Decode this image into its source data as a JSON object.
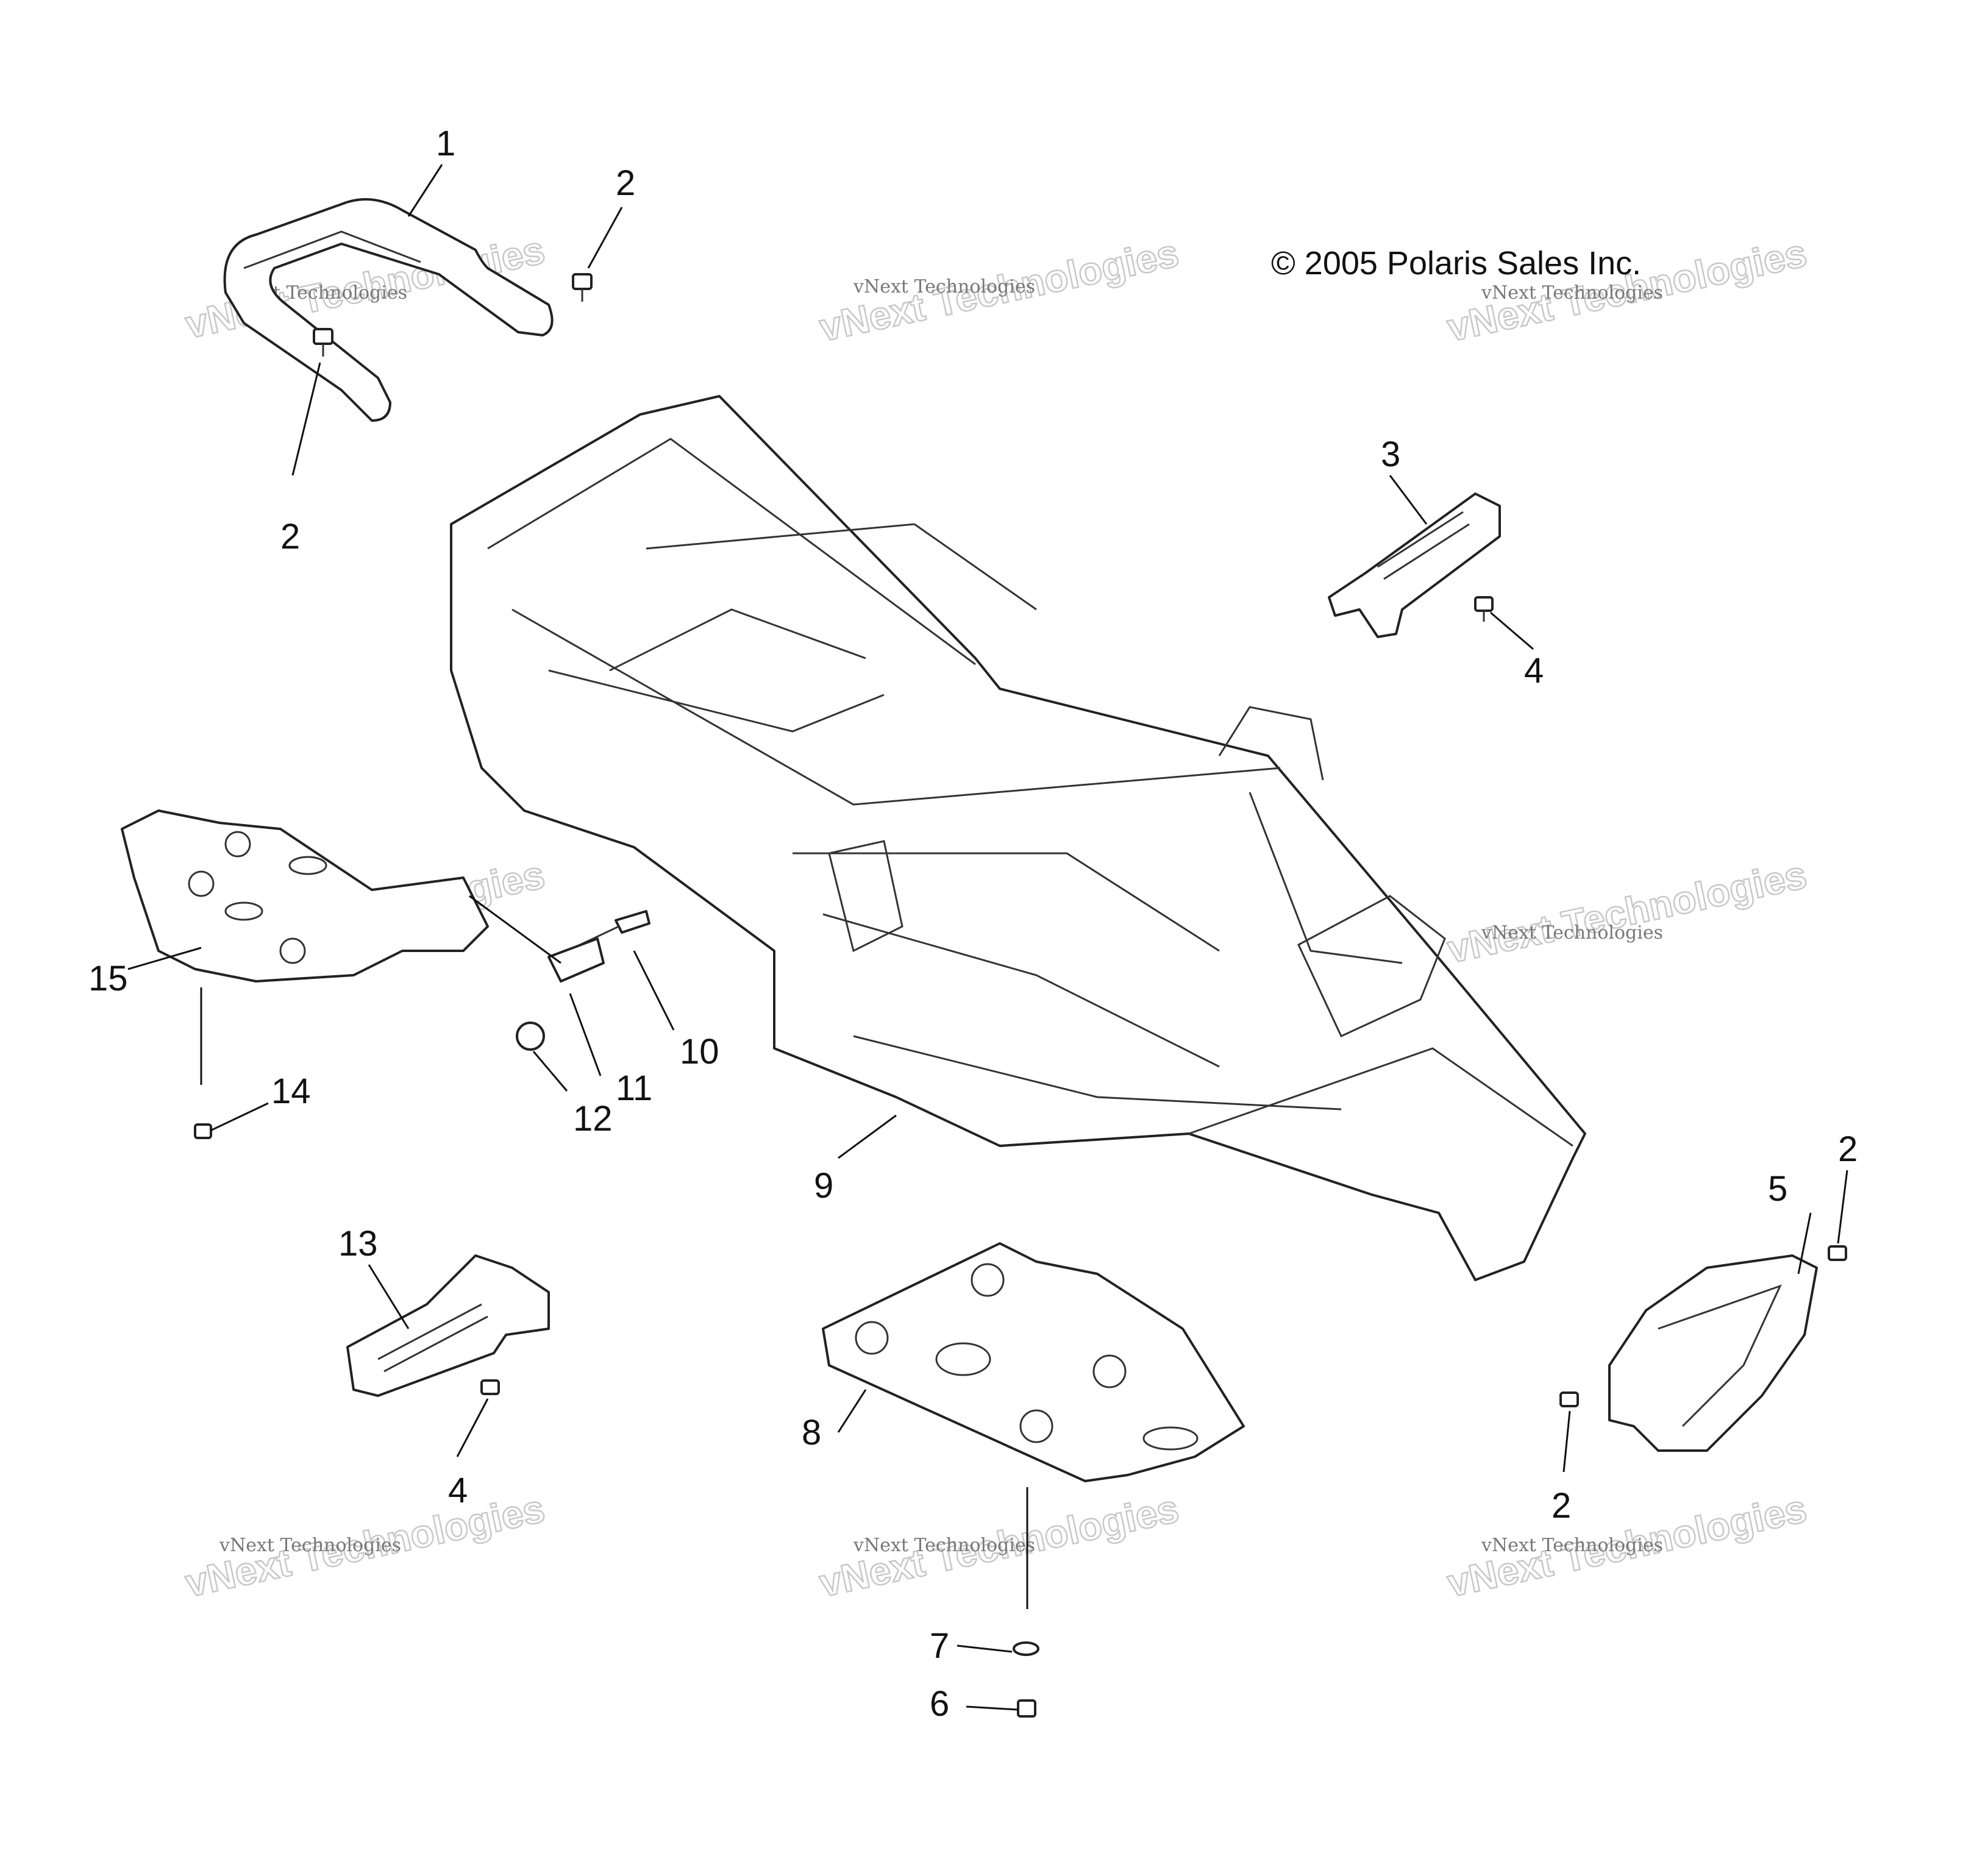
{
  "copyright": "© 2005 Polaris Sales Inc.",
  "watermark": {
    "small": "vNext Technologies",
    "large": "vNext Technologies"
  },
  "callouts": [
    {
      "id": "callout-1",
      "text": "1"
    },
    {
      "id": "callout-2a",
      "text": "2"
    },
    {
      "id": "callout-2b",
      "text": "2"
    },
    {
      "id": "callout-3",
      "text": "3"
    },
    {
      "id": "callout-4a",
      "text": "4"
    },
    {
      "id": "callout-15",
      "text": "15"
    },
    {
      "id": "callout-10",
      "text": "10"
    },
    {
      "id": "callout-11",
      "text": "11"
    },
    {
      "id": "callout-12",
      "text": "12"
    },
    {
      "id": "callout-14",
      "text": "14"
    },
    {
      "id": "callout-9",
      "text": "9"
    },
    {
      "id": "callout-2c",
      "text": "2"
    },
    {
      "id": "callout-5",
      "text": "5"
    },
    {
      "id": "callout-13",
      "text": "13"
    },
    {
      "id": "callout-8",
      "text": "8"
    },
    {
      "id": "callout-4b",
      "text": "4"
    },
    {
      "id": "callout-2d",
      "text": "2"
    },
    {
      "id": "callout-7",
      "text": "7"
    },
    {
      "id": "callout-6",
      "text": "6"
    }
  ]
}
